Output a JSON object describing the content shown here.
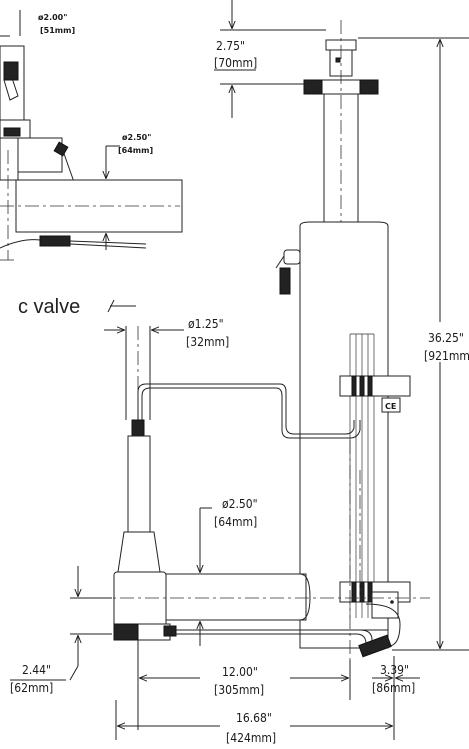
{
  "inset": {
    "pipe_small_dia_in": "ø2.00\"",
    "pipe_small_dia_mm": "[51mm]",
    "pipe_large_dia_in": "ø2.50\"",
    "pipe_large_dia_mm": "[64mm]"
  },
  "callout": {
    "label": "c valve"
  },
  "dimensions": {
    "top_offset_in": "2.75\"",
    "top_offset_mm": "[70mm]",
    "overall_height_in": "36.25\"",
    "overall_height_mm": "[921mm",
    "stem_dia_in": "ø1.25\"",
    "stem_dia_mm": "[32mm]",
    "pipe_dia_in": "ø2.50\"",
    "pipe_dia_mm": "[64mm]",
    "base_height_in": "2.44\"",
    "base_height_mm": "[62mm]",
    "center_distance_in": "12.00\"",
    "center_distance_mm": "[305mm]",
    "right_offset_in": "3.39\"",
    "right_offset_mm": "[86mm]",
    "overall_width_in": "16.68\"",
    "overall_width_mm": "[424mm]"
  }
}
